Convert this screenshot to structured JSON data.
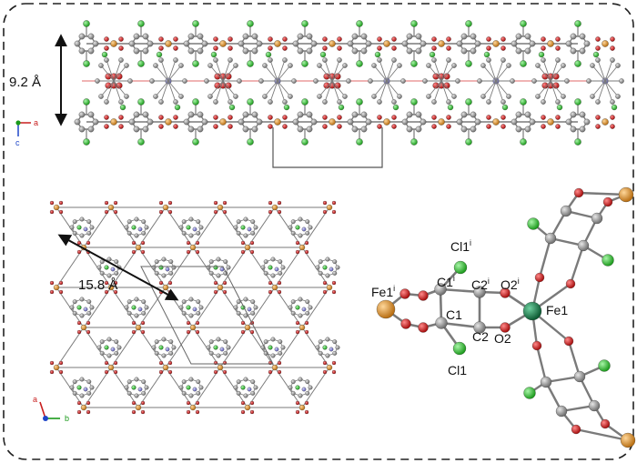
{
  "panel_top": {
    "dimension_label": "9.2 Å",
    "axes": {
      "x": "a",
      "y": "c"
    }
  },
  "panel_left": {
    "dimension_label": "15.8 Å",
    "axes": {
      "x": "b",
      "y": "a"
    }
  },
  "panel_right": {
    "atom_labels": {
      "cl1_sym": "Cl1",
      "cl1_sym_sup": "i",
      "c1_sym": "C1",
      "c1_sym_sup": "i",
      "c2_sym": "C2",
      "c2_sym_sup": "i",
      "o2_sym": "O2",
      "o2_sym_sup": "i",
      "fe1_sym": "Fe1",
      "fe1_sym_sup": "i",
      "fe1": "Fe1",
      "c1": "C1",
      "c2": "C2",
      "o2": "O2",
      "cl1": "Cl1"
    }
  },
  "colors": {
    "carbon": "#8f8f8f",
    "oxygen": "#d11a1a",
    "chlorine": "#2fc42f",
    "iron": "#e0962a",
    "iron_center": "#1a7a4a",
    "nitrogen": "#8a8ae0",
    "bond": "#7a7a7a",
    "border": "#222222"
  }
}
